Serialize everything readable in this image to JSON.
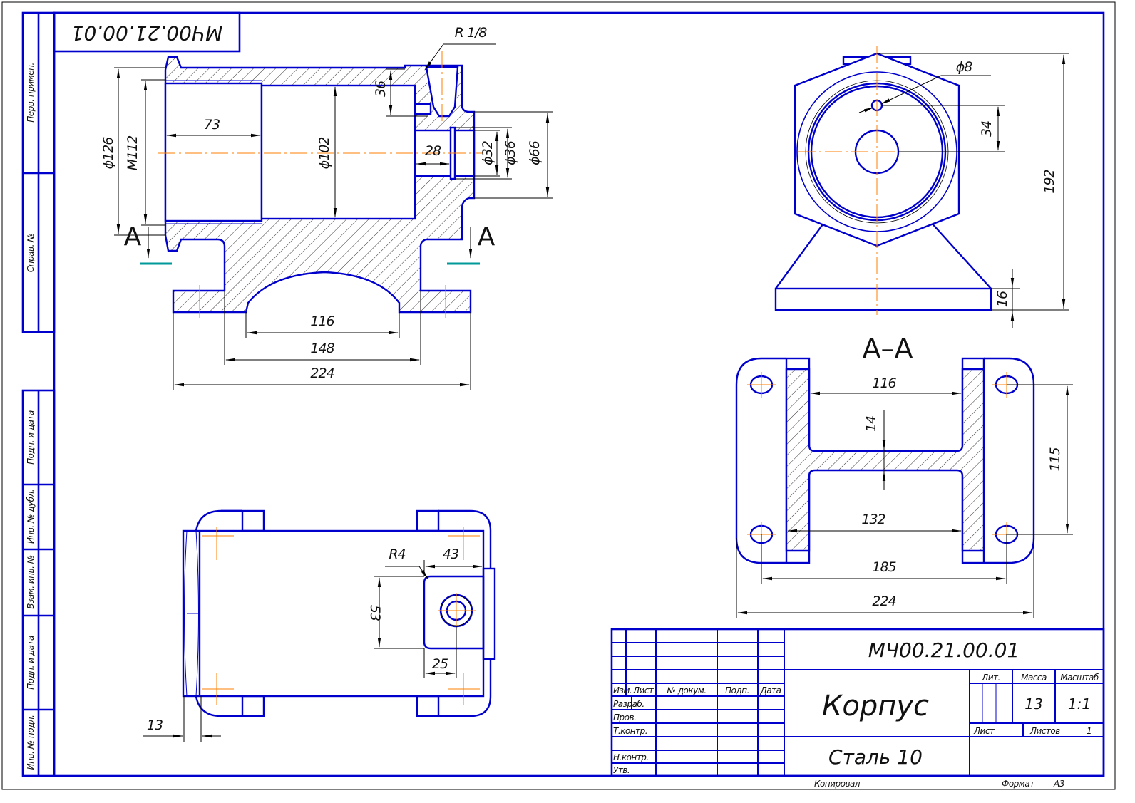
{
  "sheet": {
    "designation": "МЧ00.21.00.01",
    "designation_rotated": "МЧ00.21.00.01",
    "part_name": "Корпус",
    "material": "Сталь 10",
    "lit_label": "Лит.",
    "mass_label": "Масса",
    "scale_label": "Масштаб",
    "mass": "13",
    "scale": "1:1",
    "sheet_label": "Лист",
    "sheets_label": "Листов",
    "sheets": "1",
    "copied_label": "Копировал",
    "format_label": "Формат",
    "format": "А3"
  },
  "title_block": {
    "headers": [
      "Изм.",
      "Лист",
      "№ докум.",
      "Подп.",
      "Дата"
    ],
    "roles": [
      "Разраб.",
      "Пров.",
      "Т.контр.",
      "Н.контр.",
      "Утв."
    ]
  },
  "margin": [
    "Перв. примен.",
    "Справ. №",
    "Подп. и дата",
    "Инв. № дубл.",
    "Взам. инв. №",
    "Подп. и дата",
    "Инв. № подл."
  ],
  "colors": {
    "lines": "#0000cc",
    "centerlines": "#ff7f00",
    "section_plane": "#009999"
  },
  "views": {
    "front": {
      "dims": {
        "d126": "ϕ126",
        "m112": "M112",
        "l73": "73",
        "d102": "ϕ102",
        "h36": "36",
        "l28": "28",
        "d32": "ϕ32",
        "d36": "ϕ36",
        "d66": "ϕ66",
        "thread": "R 1/8",
        "l116": "116",
        "l148": "148",
        "l224": "224"
      },
      "section_marks": [
        "А",
        "А"
      ]
    },
    "side": {
      "dims": {
        "d8": "ϕ8",
        "h34": "34",
        "h192": "192",
        "h16": "16"
      }
    },
    "section": {
      "label": "А–А",
      "dims": {
        "l116": "116",
        "t14": "14",
        "l132": "132",
        "l185": "185",
        "l224": "224",
        "h115": "115"
      }
    },
    "top": {
      "dims": {
        "r4": "R4",
        "l43": "43",
        "h53": "53",
        "l25": "25",
        "l13": "13"
      }
    }
  }
}
